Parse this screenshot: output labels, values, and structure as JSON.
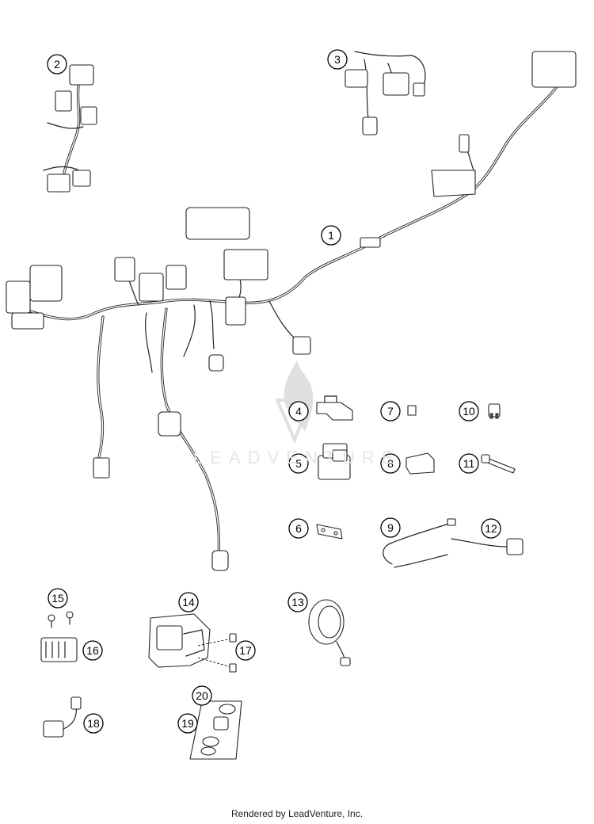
{
  "footer": {
    "text": "Rendered by LeadVenture, Inc."
  },
  "watermark": {
    "text": "LEADVENTURE"
  },
  "callouts": {
    "c1": "1",
    "c2": "2",
    "c3": "3",
    "c4": "4",
    "c5": "5",
    "c6": "6",
    "c7": "7",
    "c8": "8",
    "c9": "9",
    "c10": "10",
    "c11": "11",
    "c12": "12",
    "c13": "13",
    "c14": "14",
    "c15": "15",
    "c16": "16",
    "c17": "17",
    "c18": "18",
    "c19": "19",
    "c20": "20"
  }
}
